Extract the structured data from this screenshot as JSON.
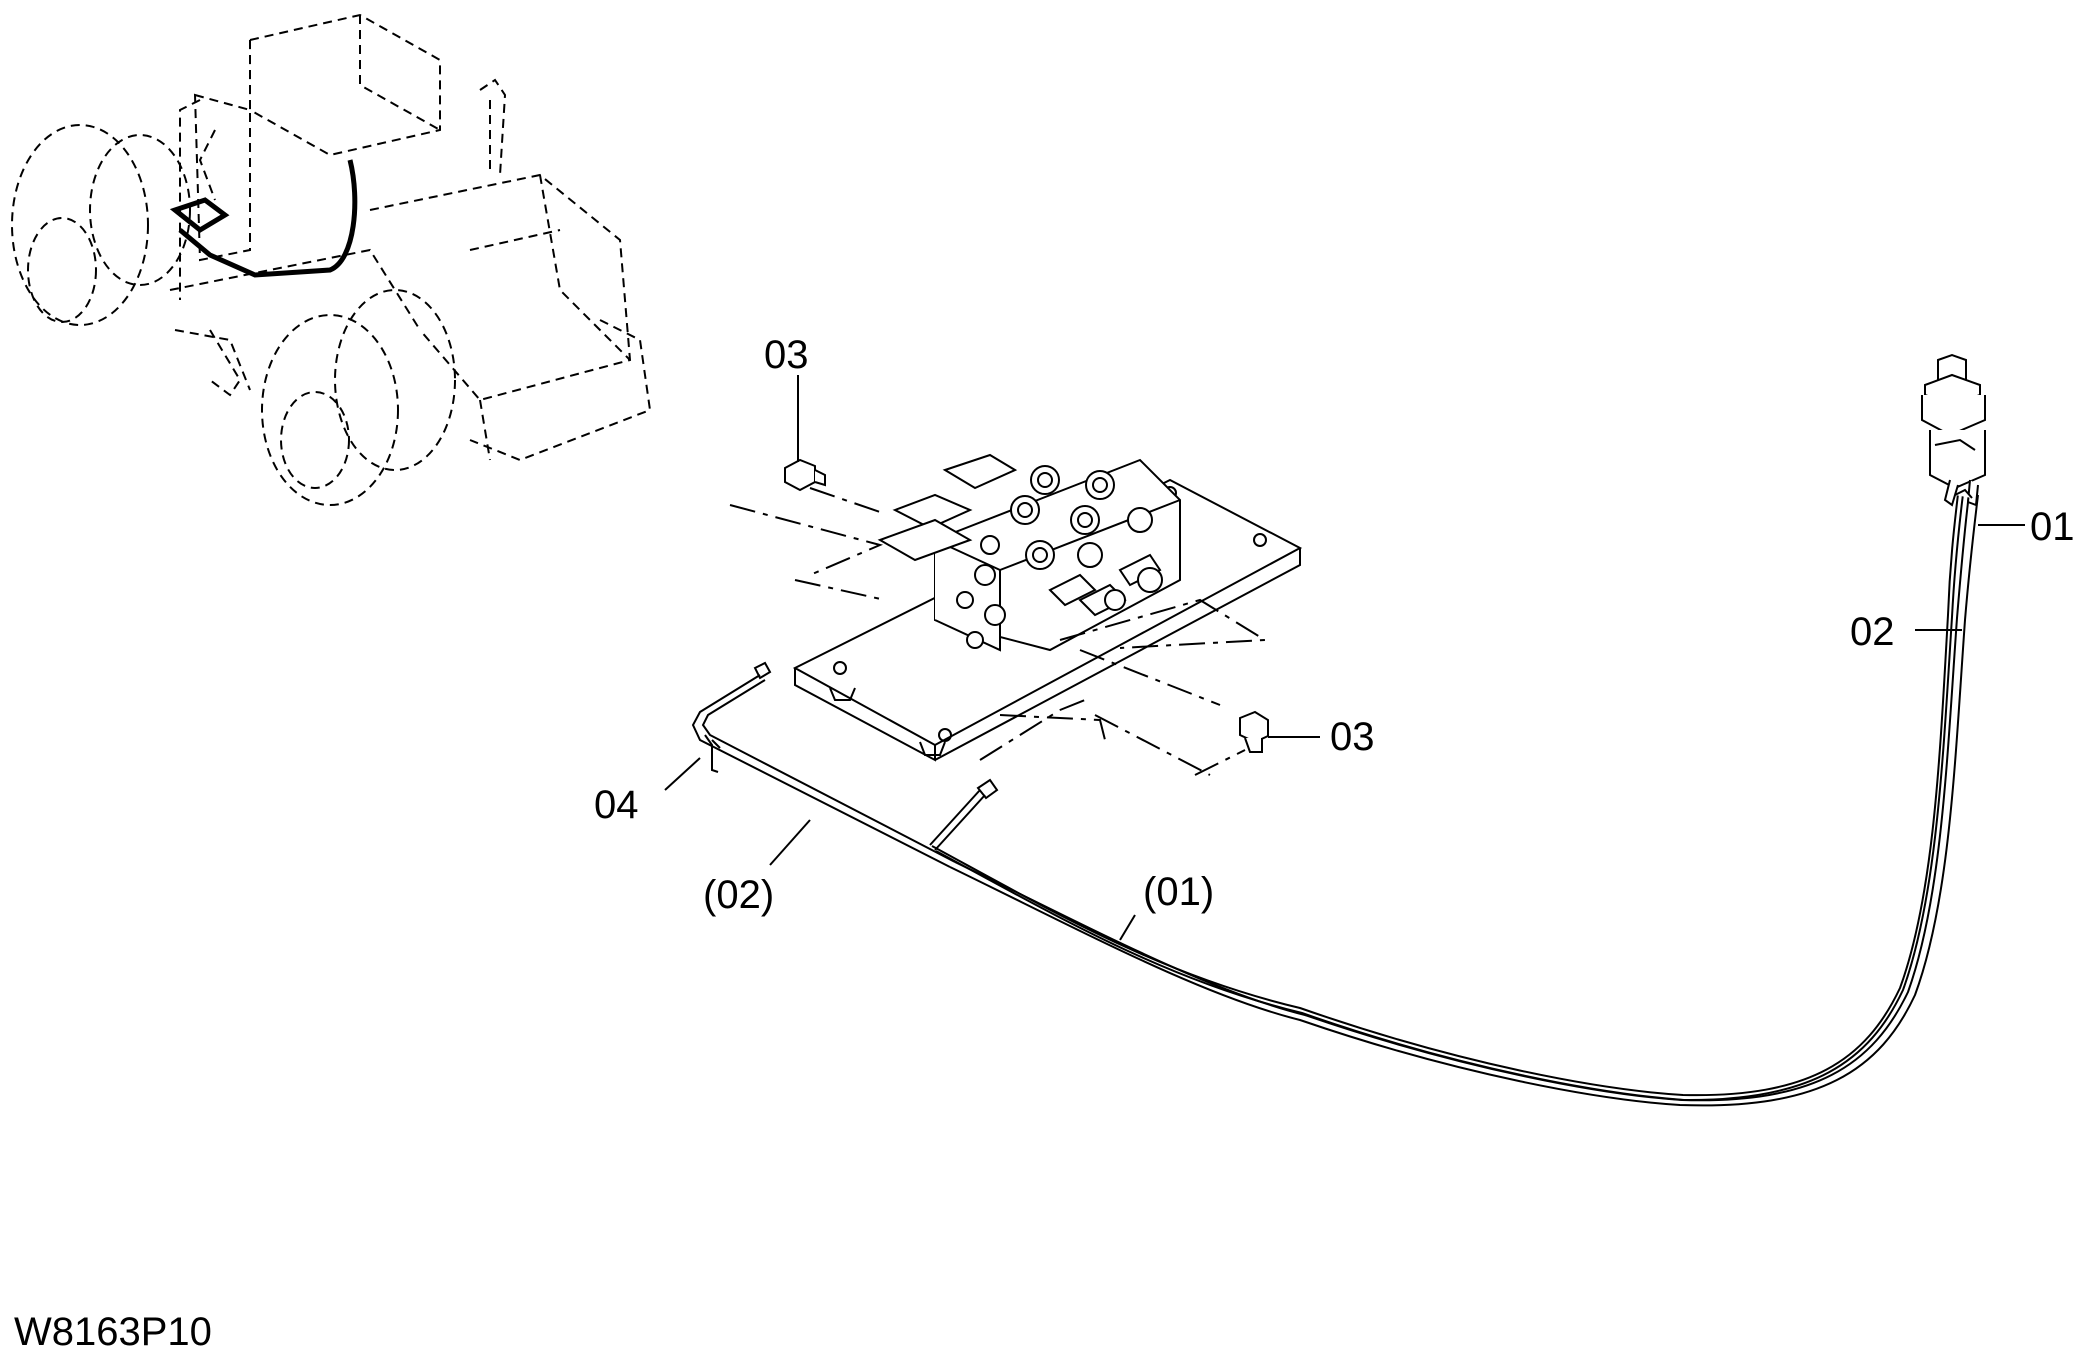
{
  "labels": {
    "part_01": "01",
    "part_02": "02",
    "part_03_upper": "03",
    "part_03_lower": "03",
    "part_04": "04",
    "ref_01": "(01)",
    "ref_02": "(02)"
  },
  "drawing_code": "W8163P10"
}
